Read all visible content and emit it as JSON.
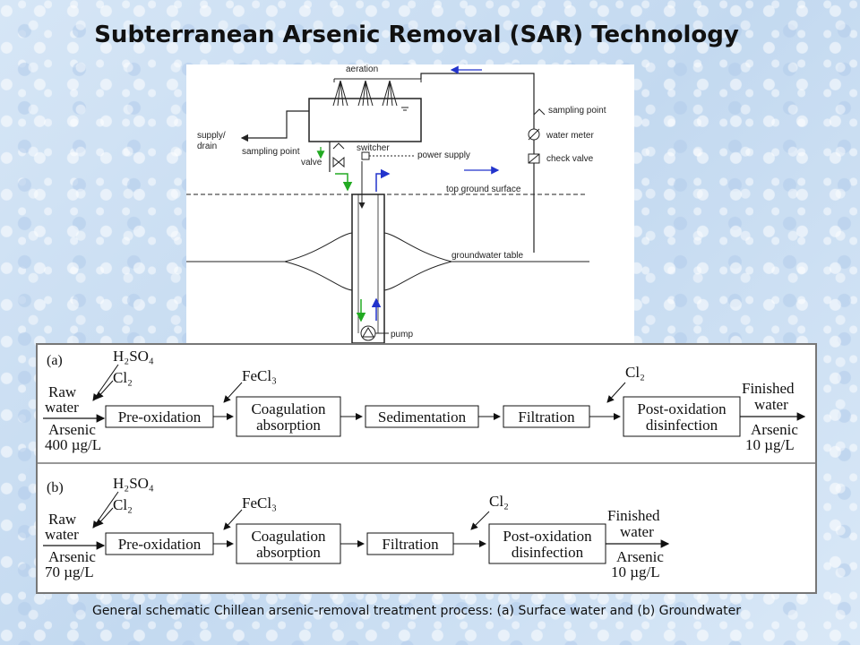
{
  "title": "Subterranean Arsenic Removal (SAR) Technology",
  "caption": "General schematic Chillean arsenic-removal treatment process: (a) Surface water and (b) Groundwater",
  "well": {
    "aeration": "aeration",
    "sampling_point_top": "sampling point",
    "water_meter": "water meter",
    "check_valve": "check valve",
    "supply_drain_1": "supply/",
    "supply_drain_2": "drain",
    "sampling_point": "sampling point",
    "valve": "valve",
    "switcher": "switcher",
    "power_supply": "power supply",
    "top_ground": "top ground surface",
    "groundwater_table": "groundwater table",
    "pump": "pump"
  },
  "process_a": {
    "label": "(a)",
    "h2so4": "H₂SO₄",
    "cl2_in": "Cl₂",
    "raw1": "Raw",
    "raw2": "water",
    "arsenic": "Arsenic",
    "arsenic_in": "400 µg/L",
    "fecl3": "FeCl₃",
    "cl2_post": "Cl₂",
    "step1": "Pre-oxidation",
    "step2a": "Coagulation",
    "step2b": "absorption",
    "step3": "Sedimentation",
    "step4": "Filtration",
    "step5a": "Post-oxidation",
    "step5b": "disinfection",
    "fin1": "Finished",
    "fin2": "water",
    "arsenic_out_label": "Arsenic",
    "arsenic_out": "10 µg/L"
  },
  "process_b": {
    "label": "(b)",
    "h2so4": "H₂SO₄",
    "cl2_in": "Cl₂",
    "raw1": "Raw",
    "raw2": "water",
    "arsenic": "Arsenic",
    "arsenic_in": "70 µg/L",
    "fecl3": "FeCl₃",
    "cl2_post": "Cl₂",
    "step1": "Pre-oxidation",
    "step2a": "Coagulation",
    "step2b": "absorption",
    "step3": "Filtration",
    "step4a": "Post-oxidation",
    "step4b": "disinfection",
    "fin1": "Finished",
    "fin2": "water",
    "arsenic_out_label": "Arsenic",
    "arsenic_out": "10 µg/L"
  },
  "colors": {
    "green_flow": "#22aa22",
    "blue_flow": "#2233cc"
  }
}
